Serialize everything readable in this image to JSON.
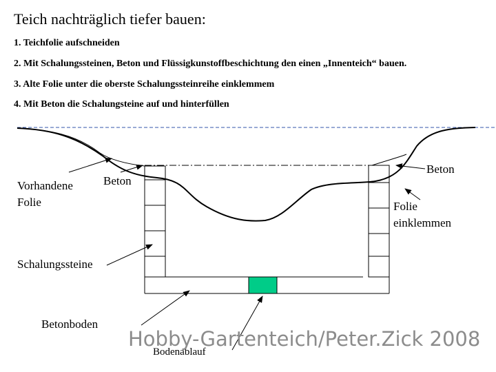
{
  "title": "Teich nachträglich tiefer bauen:",
  "steps": [
    "1. Teichfolie aufschneiden",
    "2. Mit Schalungssteinen, Beton und Flüssigkunstoffbeschichtung den einen „Innenteich“ bauen.",
    "3. Alte Folie unter die oberste Schalungssteinreihe einklemmem",
    "4. Mit Beton die Schalungsteine auf und hinterfüllen"
  ],
  "labels": {
    "vorhandene_folie_line1": "Vorhandene",
    "vorhandene_folie_line2": "Folie",
    "beton_left": "Beton",
    "beton_right": "Beton",
    "folie_einklemmen_line1": "Folie",
    "folie_einklemmen_line2": "einklemmen",
    "schalungssteine": "Schalungssteine",
    "betonboden": "Betonboden",
    "bodenablauf": "Bodenablauf"
  },
  "watermark": "Hobby-Gartenteich/Peter.Zick 2008",
  "colors": {
    "lines": "#000000",
    "drain": "#00cc88",
    "watermark": "#8c8c8c"
  }
}
